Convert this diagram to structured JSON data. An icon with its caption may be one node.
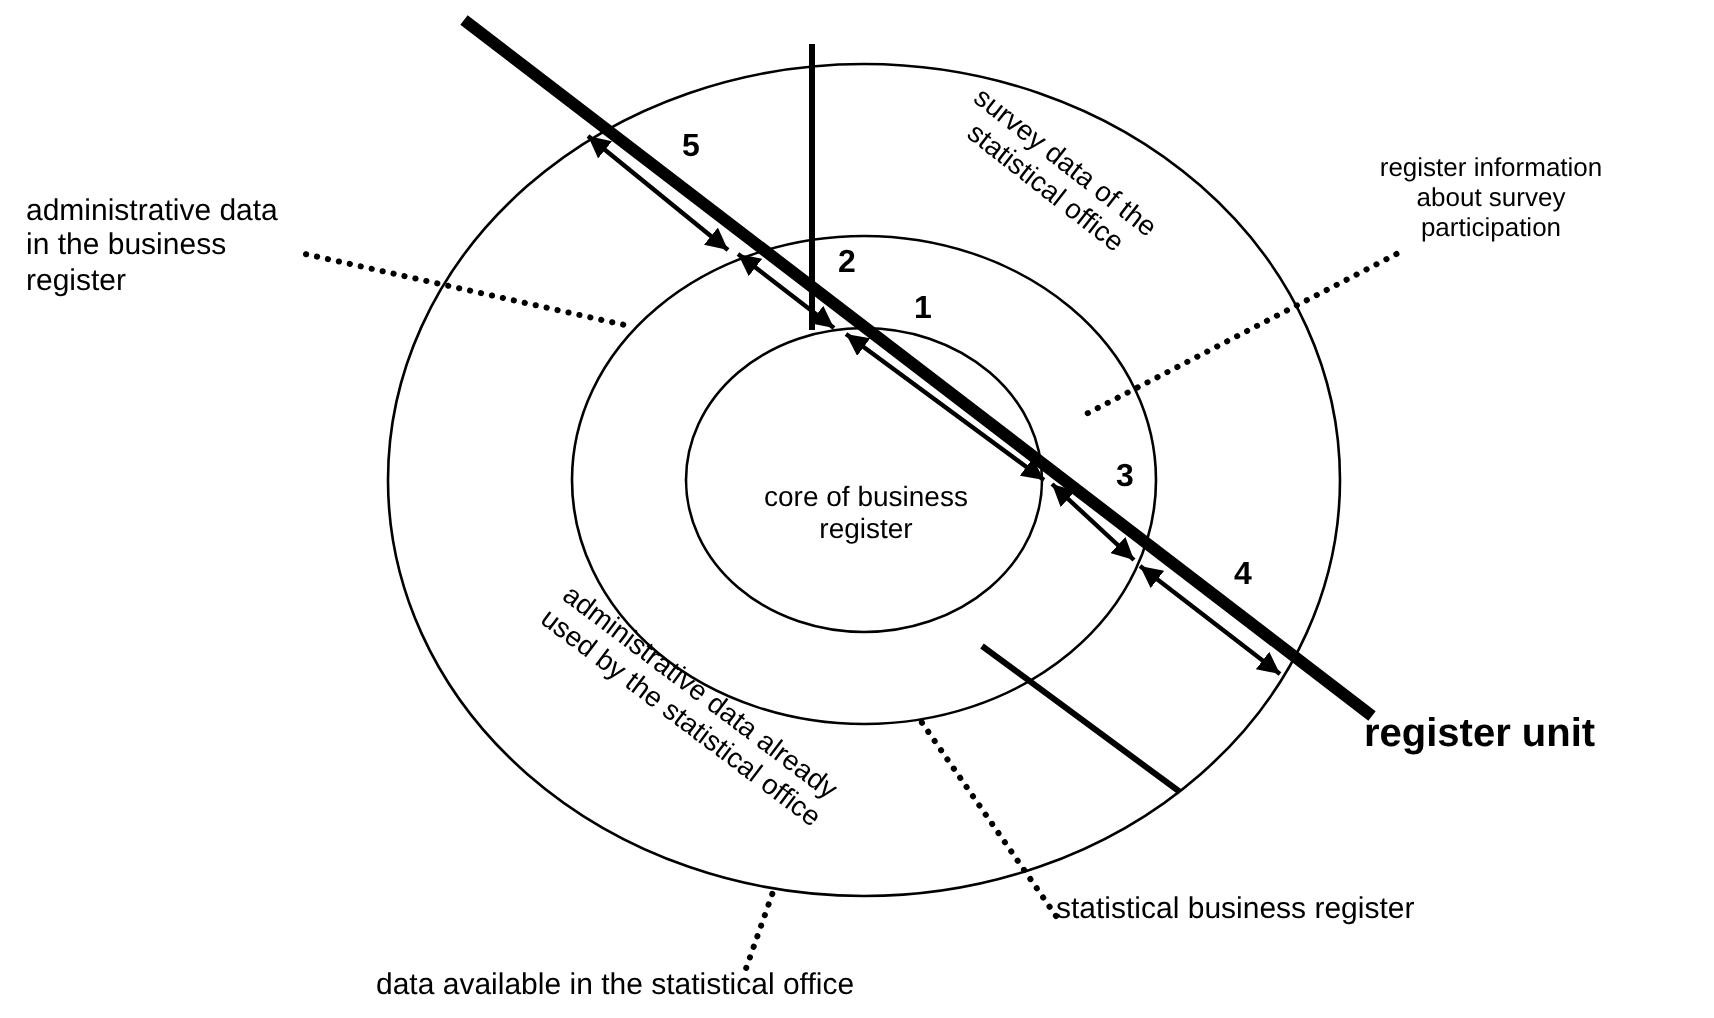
{
  "diagram": {
    "nodes": [
      {
        "text": [
          "survey data of the statistical office",
          "administrative data already used by the statistical office"
        ]
      },
      {
        "text": [],
        "shape": "circle",
        "in": 0
      },
      {
        "text": [
          "core of business register"
        ],
        "in": 1
      },
      {
        "text": [
          "administrative data in the business register"
        ]
      },
      {
        "text": [
          "register information about survey participation"
        ]
      },
      {
        "text": [
          "statistical business register"
        ]
      },
      {
        "text": [
          "data available in the statistical office"
        ]
      }
    ],
    "edges": [
      {
        "from": 3,
        "to": 1,
        "arrow": "none",
        "style": "dashed"
      },
      {
        "from": 4,
        "to": 1,
        "arrow": "none",
        "style": "dashed"
      },
      {
        "from": 5,
        "to": 1,
        "arrow": "none",
        "style": "dashed"
      },
      {
        "from": 6,
        "to": 0,
        "arrow": "none",
        "style": "dashed"
      }
    ],
    "labels": [
      "5",
      "2",
      "1",
      "3",
      "4",
      "register unit"
    ]
  }
}
